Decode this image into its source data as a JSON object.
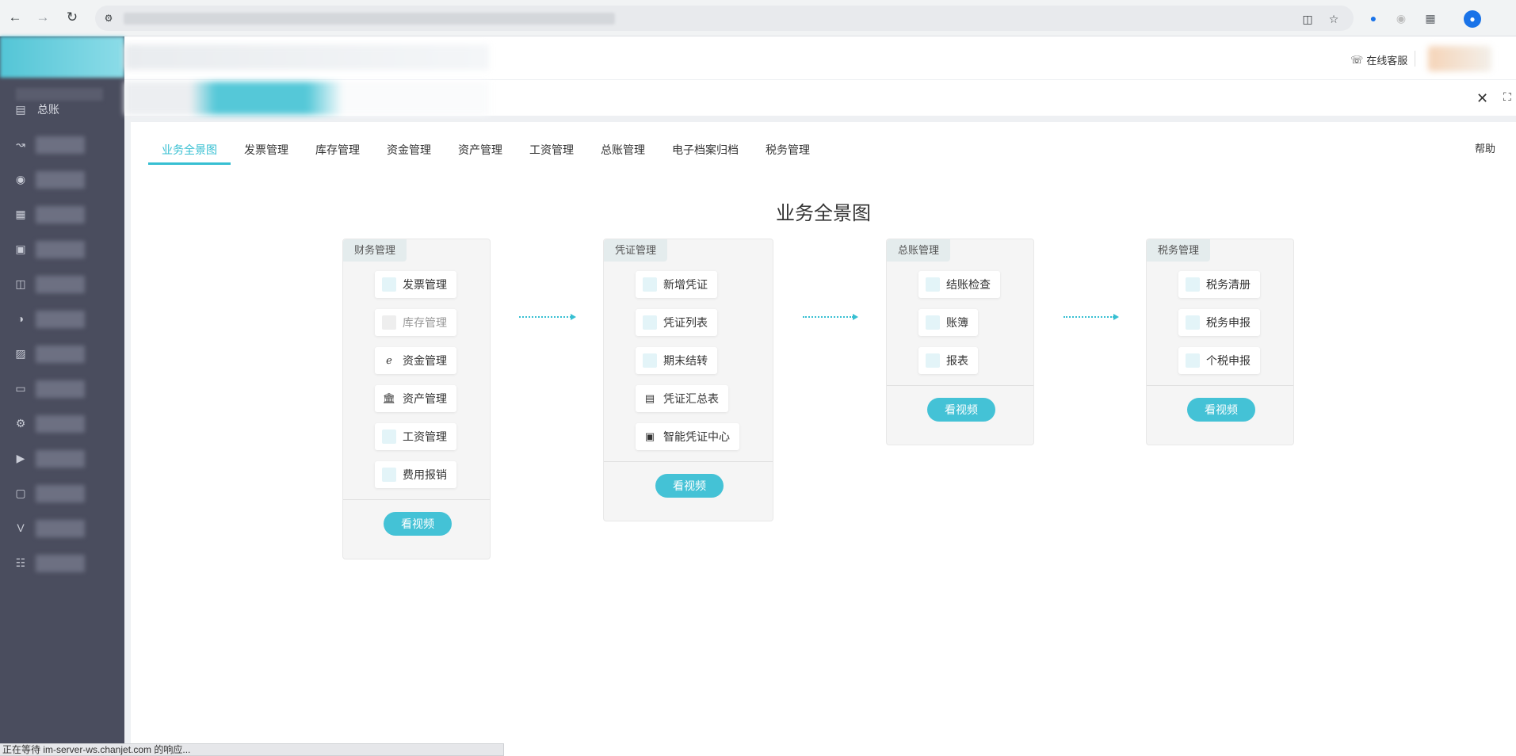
{
  "browser": {
    "icons": [
      "back-icon",
      "forward-icon",
      "reload-icon",
      "site-info-icon",
      "install-app-icon",
      "bookmark-star-icon",
      "extension-icon",
      "puzzle-extensions-icon",
      "profile-icon"
    ]
  },
  "sidebar": {
    "visible_label": "总账",
    "items": [
      {
        "icon": "ledger-icon"
      },
      {
        "icon": "chart-icon"
      },
      {
        "icon": "money-bag-icon"
      },
      {
        "icon": "book-icon"
      },
      {
        "icon": "report-icon"
      },
      {
        "icon": "store-icon"
      },
      {
        "icon": "hand-money-icon"
      },
      {
        "icon": "voucher-icon"
      },
      {
        "icon": "inbox-icon"
      },
      {
        "icon": "settings-icon"
      },
      {
        "icon": "video-icon"
      },
      {
        "icon": "tv-icon"
      },
      {
        "icon": "v-icon"
      },
      {
        "icon": "org-tree-icon"
      }
    ]
  },
  "header": {
    "online_service": "在线客服"
  },
  "module_tabs": [
    {
      "label": "业务全景图",
      "active": true
    },
    {
      "label": "发票管理",
      "active": false
    },
    {
      "label": "库存管理",
      "active": false
    },
    {
      "label": "资金管理",
      "active": false
    },
    {
      "label": "资产管理",
      "active": false
    },
    {
      "label": "工资管理",
      "active": false
    },
    {
      "label": "总账管理",
      "active": false
    },
    {
      "label": "电子档案归档",
      "active": false
    },
    {
      "label": "税务管理",
      "active": false
    }
  ],
  "help": "帮助",
  "overview": {
    "title": "业务全景图",
    "video_label": "看视频",
    "cards": [
      {
        "title": "财务管理",
        "items": [
          {
            "label": "发票管理",
            "icon": "invoice-icon",
            "disabled": false
          },
          {
            "label": "库存管理",
            "icon": "inventory-icon",
            "disabled": true
          },
          {
            "label": "资金管理",
            "icon": "funds-icon",
            "disabled": false
          },
          {
            "label": "资产管理",
            "icon": "bank-icon",
            "disabled": false
          },
          {
            "label": "工资管理",
            "icon": "salary-icon",
            "disabled": false
          },
          {
            "label": "费用报销",
            "icon": "expense-icon",
            "disabled": false
          }
        ]
      },
      {
        "title": "凭证管理",
        "items": [
          {
            "label": "新增凭证",
            "icon": "add-voucher-icon",
            "disabled": false
          },
          {
            "label": "凭证列表",
            "icon": "voucher-list-icon",
            "disabled": false
          },
          {
            "label": "期末结转",
            "icon": "period-end-icon",
            "disabled": false
          },
          {
            "label": "凭证汇总表",
            "icon": "clipboard-icon",
            "disabled": false
          },
          {
            "label": "智能凭证中心",
            "icon": "smart-center-icon",
            "disabled": false
          }
        ]
      },
      {
        "title": "总账管理",
        "items": [
          {
            "label": "结账检查",
            "icon": "checkout-icon",
            "disabled": false
          },
          {
            "label": "账簿",
            "icon": "ledger-book-icon",
            "disabled": false
          },
          {
            "label": "报表",
            "icon": "statement-icon",
            "disabled": false
          }
        ]
      },
      {
        "title": "税务管理",
        "items": [
          {
            "label": "税务清册",
            "icon": "tax-list-icon",
            "disabled": false
          },
          {
            "label": "税务申报",
            "icon": "tax-declare-icon",
            "disabled": false
          },
          {
            "label": "个税申报",
            "icon": "personal-tax-icon",
            "disabled": false
          }
        ]
      }
    ]
  },
  "status_bar": "正在等待 im-server-ws.chanjet.com 的响应...",
  "colors": {
    "accent": "#36bfd2",
    "sidebar_bg": "#4a4d5e",
    "video_button": "#44c2d6"
  }
}
